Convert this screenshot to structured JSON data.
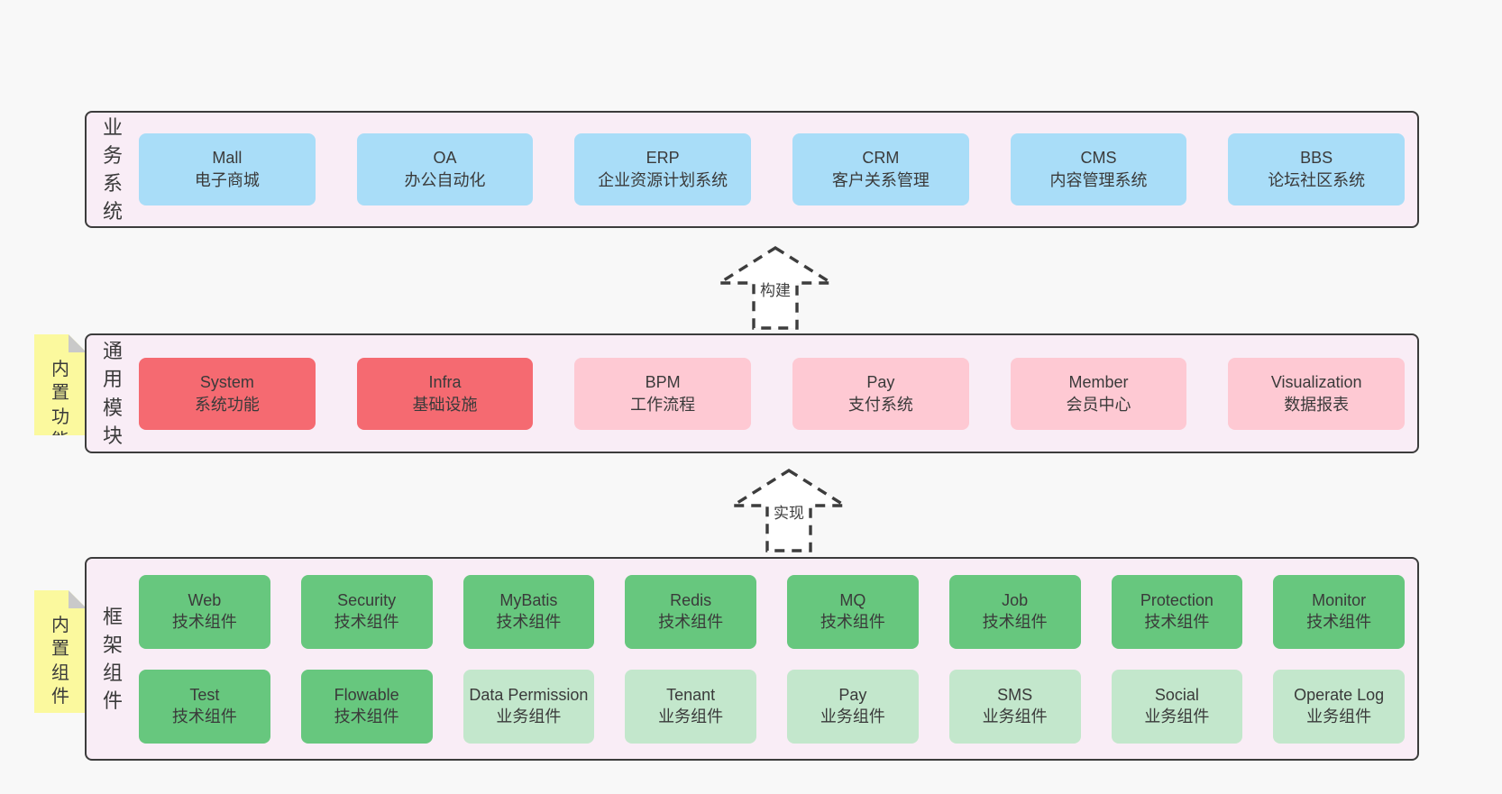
{
  "colors": {
    "page_bg": "#f8f8f8",
    "band_bg": "#f9edf6",
    "band_border": "#3c3c3c",
    "node_blue": "#a9ddf8",
    "node_red": "#f56a71",
    "node_pink": "#fec9d3",
    "node_green_dark": "#67c77e",
    "node_green_light": "#c3e7cc",
    "sticky_yellow": "#fbf99e",
    "sticky_fold": "#c9c9c9",
    "text": "#3f3f3f"
  },
  "arrows": [
    {
      "label": "构建"
    },
    {
      "label": "实现"
    }
  ],
  "bands": [
    {
      "label": "业务系统",
      "boxes": [
        {
          "title": "Mall",
          "subtitle": "电子商城"
        },
        {
          "title": "OA",
          "subtitle": "办公自动化"
        },
        {
          "title": "ERP",
          "subtitle": "企业资源计划系统"
        },
        {
          "title": "CRM",
          "subtitle": "客户关系管理"
        },
        {
          "title": "CMS",
          "subtitle": "内容管理系统"
        },
        {
          "title": "BBS",
          "subtitle": "论坛社区系统"
        }
      ]
    },
    {
      "label": "通用模块",
      "sticky": "内置功能",
      "boxes": [
        {
          "title": "System",
          "subtitle": "系统功能"
        },
        {
          "title": "Infra",
          "subtitle": "基础设施"
        },
        {
          "title": "BPM",
          "subtitle": "工作流程"
        },
        {
          "title": "Pay",
          "subtitle": "支付系统"
        },
        {
          "title": "Member",
          "subtitle": "会员中心"
        },
        {
          "title": "Visualization",
          "subtitle": "数据报表"
        }
      ]
    },
    {
      "label": "框架组件",
      "sticky": "内置组件",
      "row1": [
        {
          "title": "Web",
          "subtitle": "技术组件"
        },
        {
          "title": "Security",
          "subtitle": "技术组件"
        },
        {
          "title": "MyBatis",
          "subtitle": "技术组件"
        },
        {
          "title": "Redis",
          "subtitle": "技术组件"
        },
        {
          "title": "MQ",
          "subtitle": "技术组件"
        },
        {
          "title": "Job",
          "subtitle": "技术组件"
        },
        {
          "title": "Protection",
          "subtitle": "技术组件"
        },
        {
          "title": "Monitor",
          "subtitle": "技术组件"
        }
      ],
      "row2": [
        {
          "title": "Test",
          "subtitle": "技术组件"
        },
        {
          "title": "Flowable",
          "subtitle": "技术组件"
        },
        {
          "title": "Data Permission",
          "subtitle": "业务组件"
        },
        {
          "title": "Tenant",
          "subtitle": "业务组件"
        },
        {
          "title": "Pay",
          "subtitle": "业务组件"
        },
        {
          "title": "SMS",
          "subtitle": "业务组件"
        },
        {
          "title": "Social",
          "subtitle": "业务组件"
        },
        {
          "title": "Operate Log",
          "subtitle": "业务组件"
        }
      ]
    }
  ]
}
